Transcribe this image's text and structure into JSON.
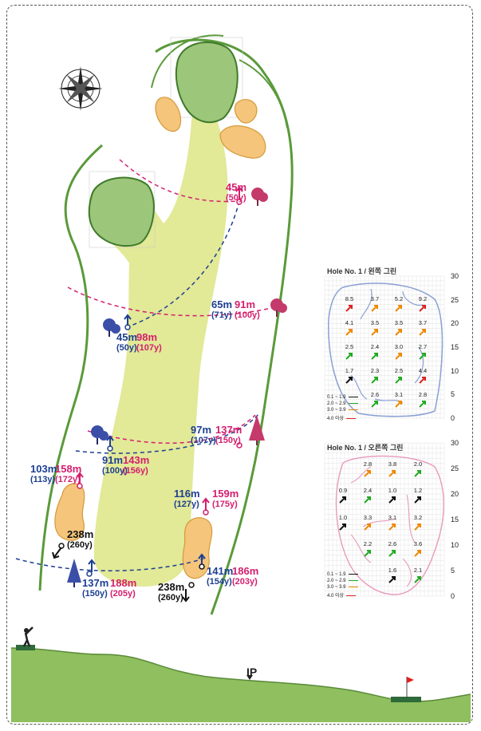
{
  "distances": {
    "left_45": {
      "m": "45m",
      "y": "(50y)"
    },
    "left_98": {
      "m": "98m",
      "y": "(107y)"
    },
    "top_45": {
      "m": "45m",
      "y": "(50y)"
    },
    "right_65": {
      "m": "65m",
      "y": "(71y)"
    },
    "right_91": {
      "m": "91m",
      "y": "(100y)"
    },
    "right_97": {
      "m": "97m",
      "y": "(107y)"
    },
    "right_137": {
      "m": "137m",
      "y": "(150y)"
    },
    "mid_91": {
      "m": "91m",
      "y": "(100y)"
    },
    "mid_143": {
      "m": "143m",
      "y": "(156y)"
    },
    "left_103": {
      "m": "103m",
      "y": "(113y)"
    },
    "left_158": {
      "m": "158m",
      "y": "(172y)"
    },
    "right_116": {
      "m": "116m",
      "y": "(127y)"
    },
    "right_159": {
      "m": "159m",
      "y": "(175y)"
    },
    "left_238": {
      "m": "238m",
      "y": "(260y)"
    },
    "bot_137": {
      "m": "137m",
      "y": "(150y)"
    },
    "bot_188": {
      "m": "188m",
      "y": "(205y)"
    },
    "bot_141": {
      "m": "141m",
      "y": "(154y)"
    },
    "bot_186": {
      "m": "186m",
      "y": "(203y)"
    },
    "bot_238": {
      "m": "238m",
      "y": "(260y)"
    }
  },
  "greens": [
    {
      "title": "Hole No. 1 / 왼쪽 그린",
      "y_ticks": [
        "30",
        "25",
        "20",
        "15",
        "10",
        "5",
        "0"
      ],
      "slopes": [
        {
          "v": "8.5",
          "c": "#d22"
        },
        {
          "v": "3.7",
          "c": "#e80"
        },
        {
          "v": "5.2",
          "c": "#e80"
        },
        {
          "v": "9.2",
          "c": "#d22"
        },
        {
          "v": "4.1",
          "c": "#e80"
        },
        {
          "v": "3.5",
          "c": "#e80"
        },
        {
          "v": "3.5",
          "c": "#e80"
        },
        {
          "v": "3.7",
          "c": "#e80"
        },
        {
          "v": "2.5",
          "c": "#2a2"
        },
        {
          "v": "2.4",
          "c": "#2a2"
        },
        {
          "v": "3.0",
          "c": "#e80"
        },
        {
          "v": "2.7",
          "c": "#2a2"
        },
        {
          "v": "1.7",
          "c": "#111"
        },
        {
          "v": "2.3",
          "c": "#2a2"
        },
        {
          "v": "2.5",
          "c": "#2a2"
        },
        {
          "v": "4.4",
          "c": "#d22"
        },
        {
          "v": "2.6",
          "c": "#2a2"
        },
        {
          "v": "3.1",
          "c": "#e80"
        },
        {
          "v": "2.8",
          "c": "#2a2"
        }
      ],
      "legend": [
        {
          "label": "0.1 ~ 1.9",
          "color": "#111"
        },
        {
          "label": "2.0 ~ 2.9",
          "color": "#2a2"
        },
        {
          "label": "3.0 ~ 3.9",
          "color": "#e80"
        },
        {
          "label": "4.0 이상",
          "color": "#d22"
        }
      ]
    },
    {
      "title": "Hole No. 1 / 오른쪽 그린",
      "y_ticks": [
        "30",
        "25",
        "20",
        "15",
        "10",
        "5",
        "0"
      ],
      "slopes": [
        {
          "v": "2.8",
          "c": "#e80"
        },
        {
          "v": "3.8",
          "c": "#e80"
        },
        {
          "v": "2.0",
          "c": "#2a2"
        },
        {
          "v": "0.9",
          "c": "#111"
        },
        {
          "v": "2.4",
          "c": "#2a2"
        },
        {
          "v": "1.0",
          "c": "#111"
        },
        {
          "v": "1.2",
          "c": "#111"
        },
        {
          "v": "1.0",
          "c": "#111"
        },
        {
          "v": "3.3",
          "c": "#e80"
        },
        {
          "v": "3.1",
          "c": "#e80"
        },
        {
          "v": "3.2",
          "c": "#e80"
        },
        {
          "v": "2.2",
          "c": "#2a2"
        },
        {
          "v": "2.6",
          "c": "#2a2"
        },
        {
          "v": "3.6",
          "c": "#e80"
        },
        {
          "v": "1.6",
          "c": "#111"
        },
        {
          "v": "2.1",
          "c": "#2a2"
        }
      ],
      "legend": [
        {
          "label": "0.1 ~ 1.9",
          "color": "#111"
        },
        {
          "label": "2.0 ~ 2.9",
          "color": "#2a2"
        },
        {
          "label": "3.0 ~ 3.9",
          "color": "#e80"
        },
        {
          "label": "4.0 이상",
          "color": "#d22"
        }
      ]
    }
  ],
  "profile": {
    "ip_label": "IP"
  },
  "colors": {
    "fairway": "#dfe78c",
    "rough_line": "#5a9a3a",
    "green": "#9cc67a",
    "bunker": "#f4c57a",
    "blue": "#1c3f91",
    "pink": "#d41e6d",
    "profile": "#8fbf5e"
  },
  "icons": [
    "compass-rose-icon",
    "tree-icon",
    "golfer-icon",
    "flag-icon"
  ]
}
